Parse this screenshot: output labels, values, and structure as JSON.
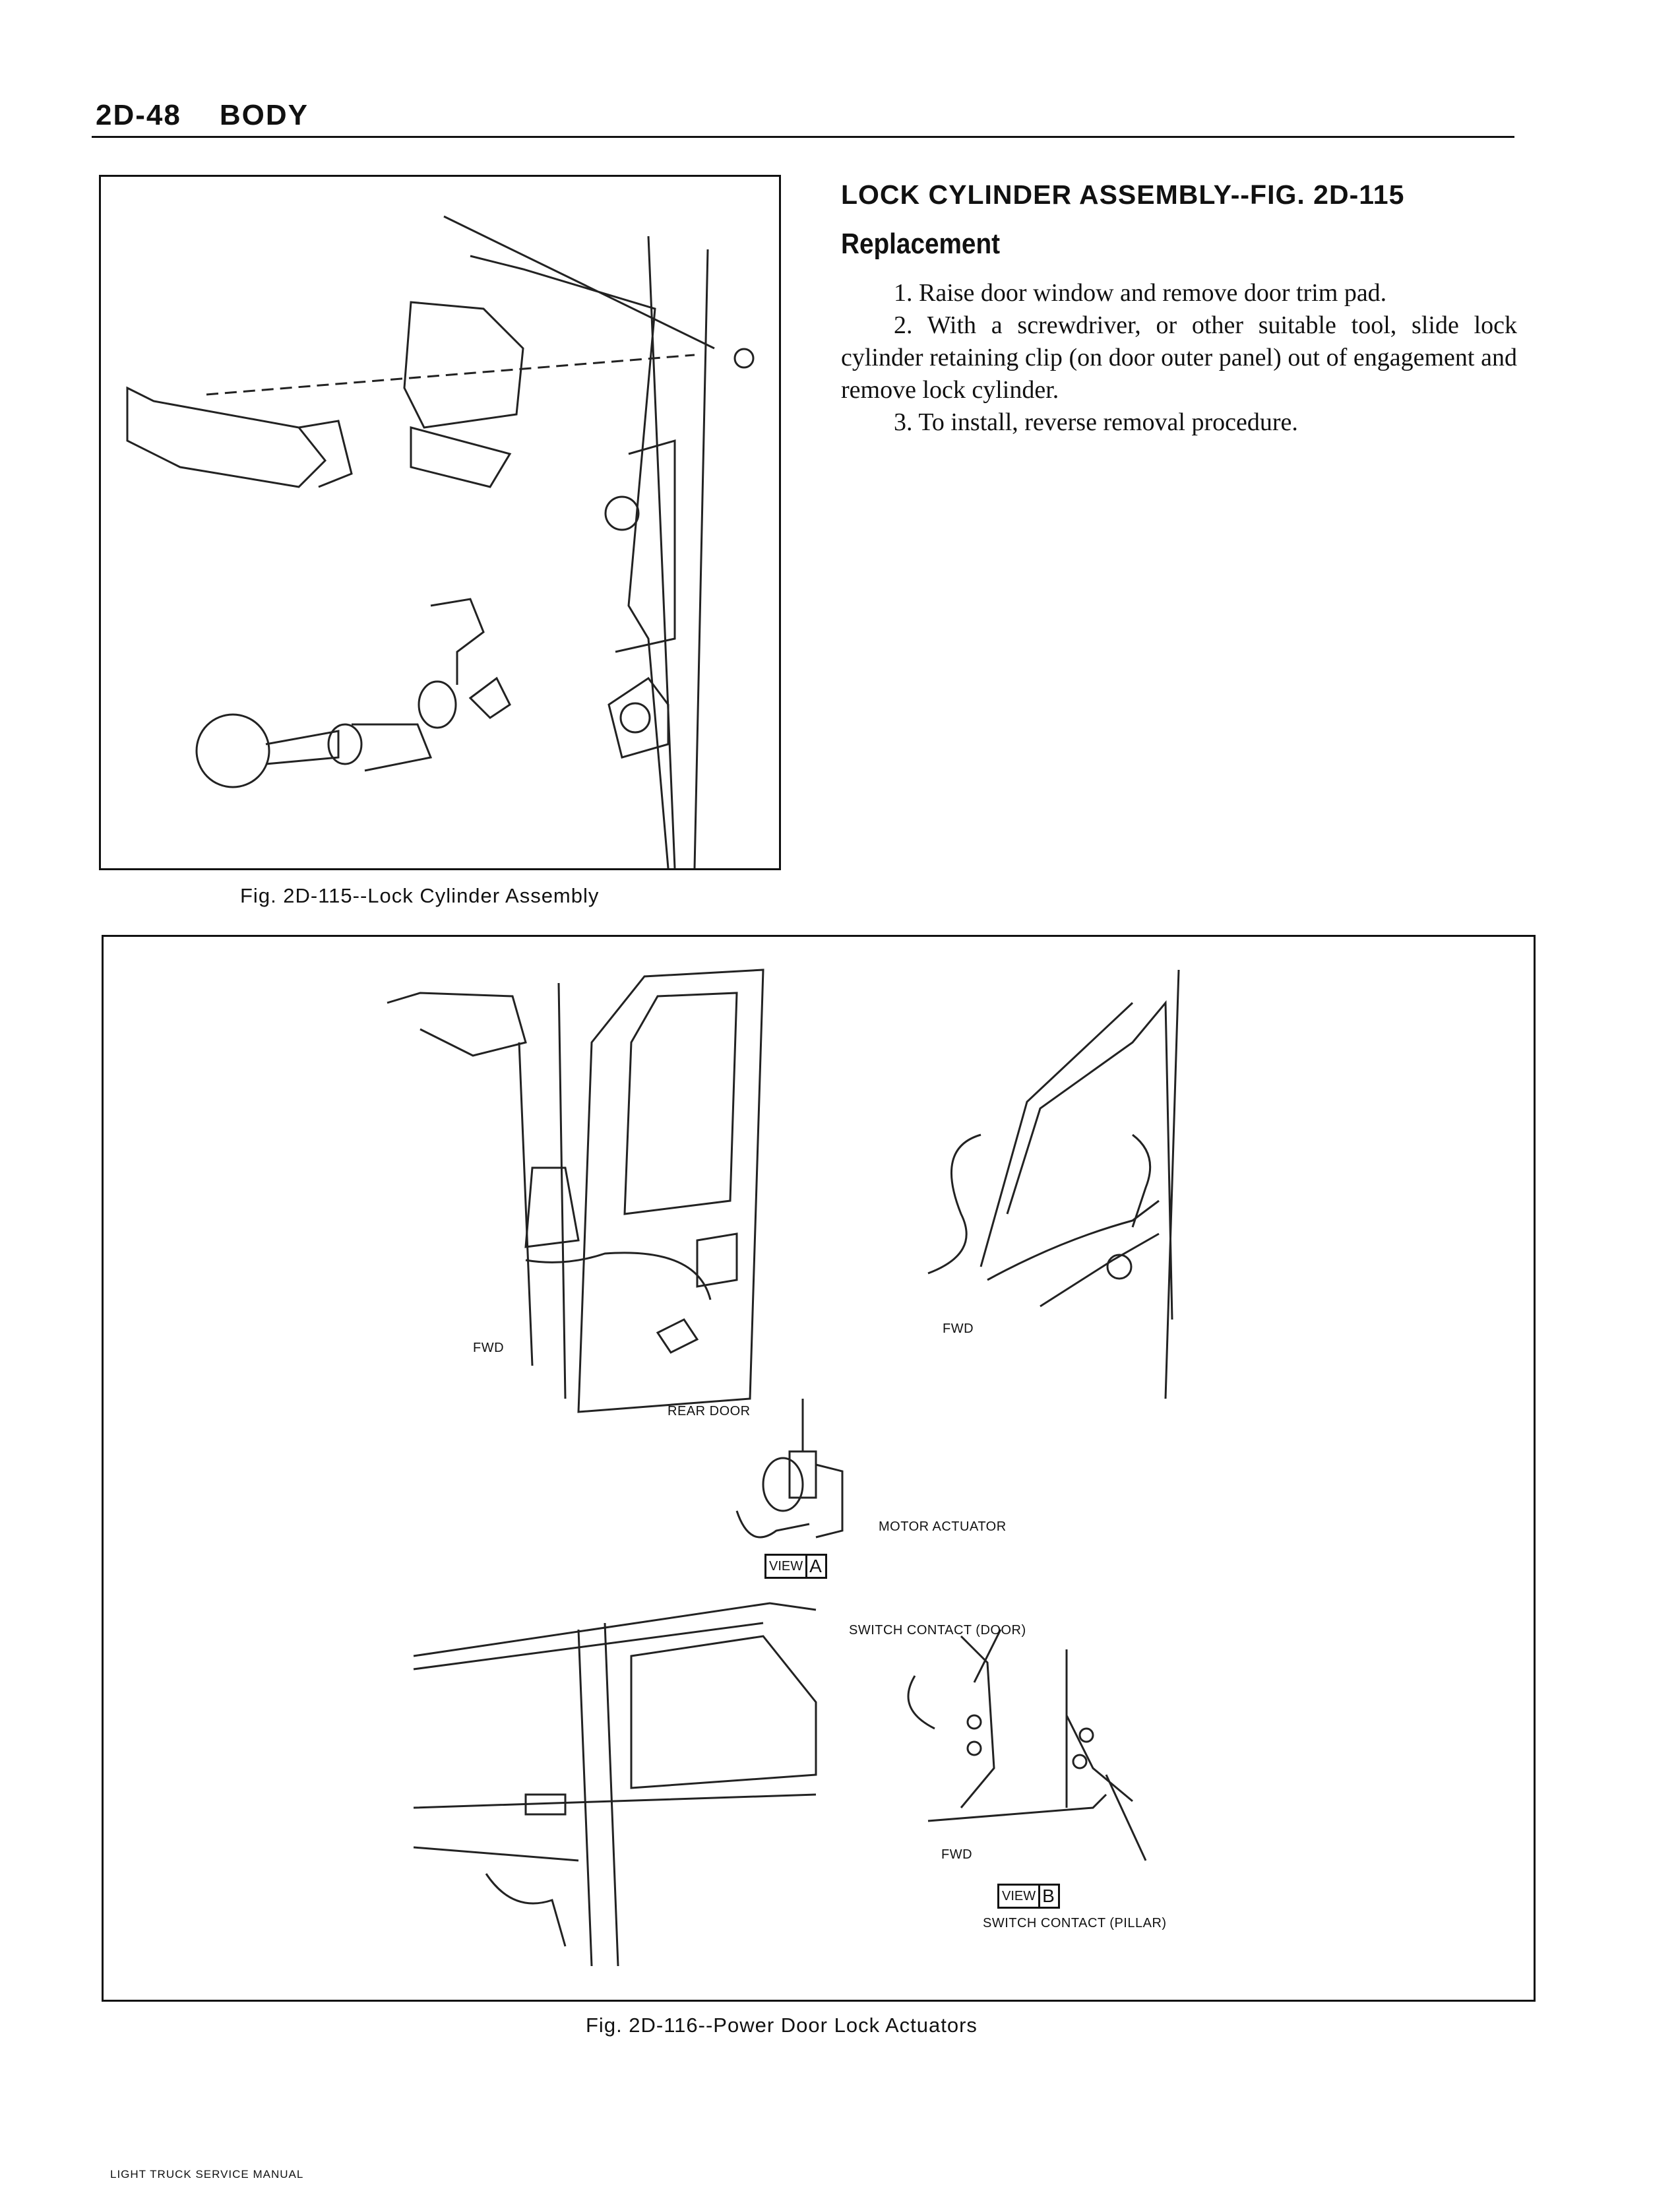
{
  "header": {
    "page_number": "2D-48",
    "section": "BODY"
  },
  "section": {
    "title": "LOCK CYLINDER ASSEMBLY--FIG. 2D-115",
    "subtitle": "Replacement",
    "steps": [
      "1. Raise door window and remove door trim pad.",
      "2. With a screwdriver, or other suitable tool, slide lock cylinder retaining clip (on door outer panel) out of engagement and remove lock cylinder.",
      "3. To install, reverse removal procedure."
    ]
  },
  "figure1": {
    "caption": "Fig. 2D-115--Lock Cylinder Assembly"
  },
  "figure2": {
    "caption": "Fig. 2D-116--Power Door Lock Actuators",
    "labels": {
      "fwd_left": "FWD",
      "rear_door": "REAR DOOR",
      "motor_actuator": "MOTOR ACTUATOR",
      "view_a_word": "VIEW",
      "view_a_letter": "A",
      "fwd_right": "FWD",
      "switch_contact_door": "SWITCH CONTACT (DOOR)",
      "fwd_bottom": "FWD",
      "view_b_word": "VIEW",
      "view_b_letter": "B",
      "switch_contact_pillar": "SWITCH CONTACT (PILLAR)"
    }
  },
  "footer": {
    "text": "LIGHT TRUCK SERVICE MANUAL"
  }
}
